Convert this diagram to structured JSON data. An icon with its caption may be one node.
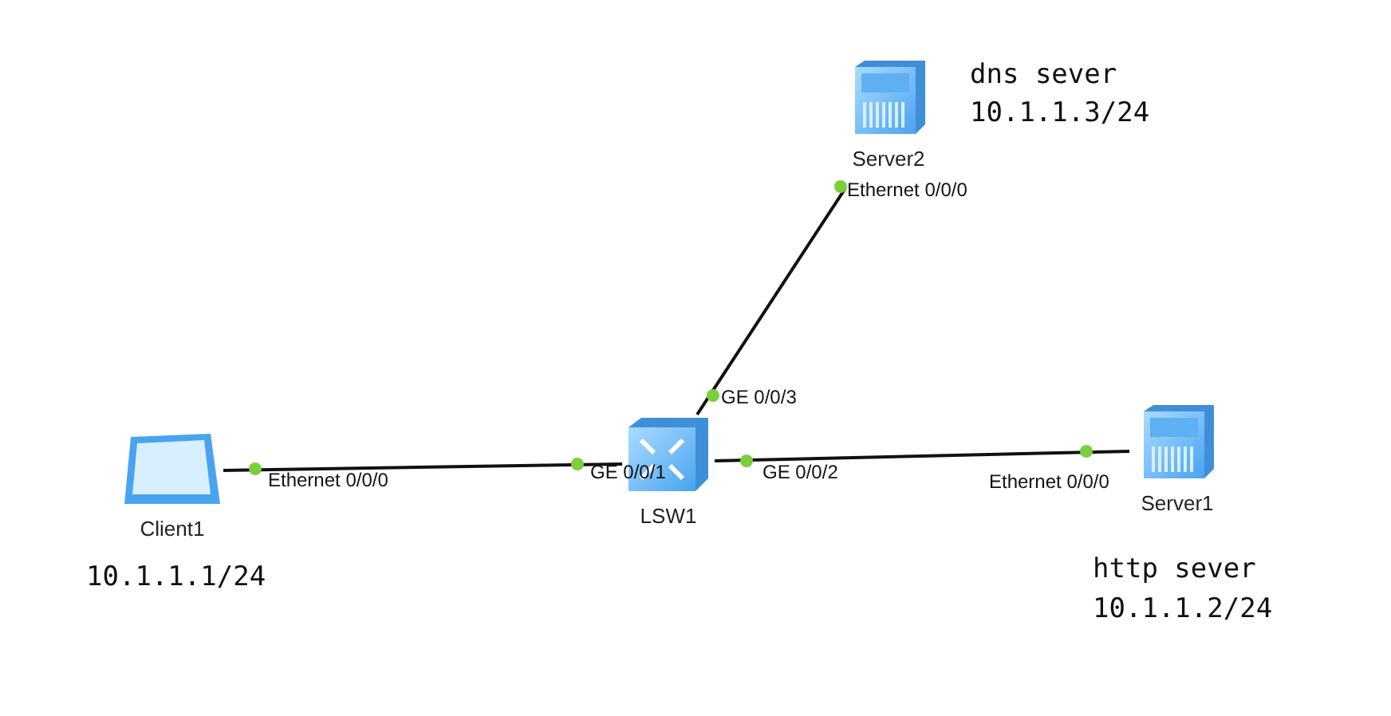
{
  "diagram": {
    "nodes": [
      {
        "text": [
          "Server2"
        ],
        "beside": [
          "dns sever",
          "10.1.1.3/24"
        ]
      },
      {
        "text": [
          "Client1"
        ],
        "beside": [
          "10.1.1.1/24"
        ]
      },
      {
        "text": [
          "LSW1"
        ]
      },
      {
        "text": [
          "Server1"
        ],
        "beside": [
          "http sever",
          "10.1.1.2/24"
        ]
      }
    ],
    "edges": [
      {
        "from": 1,
        "to": 2,
        "arrow": "none"
      },
      {
        "from": 2,
        "to": 0,
        "arrow": "none"
      },
      {
        "from": 2,
        "to": 3,
        "arrow": "none"
      }
    ],
    "labels": [
      "Ethernet 0/0/0",
      "GE 0/0/3",
      "Ethernet 0/0/0",
      "GE 0/0/1",
      "GE 0/0/2",
      "Ethernet 0/0/0"
    ]
  }
}
